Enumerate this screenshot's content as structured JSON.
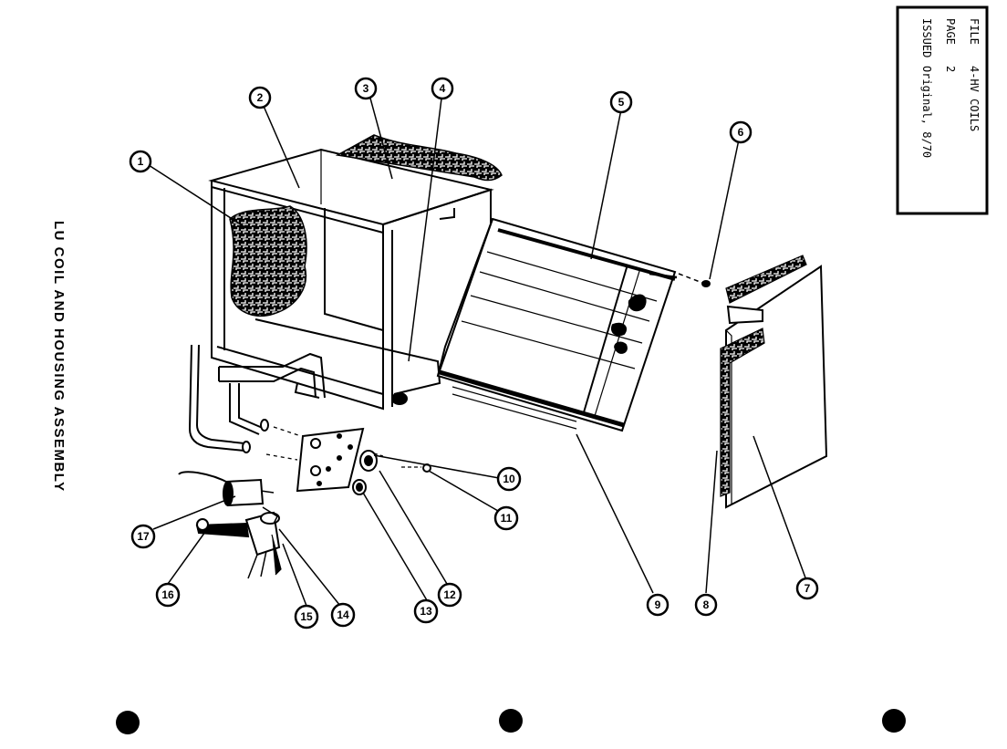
{
  "title": "LU COIL AND HOUSING ASSEMBLY",
  "info_box": {
    "file_label": "FILE",
    "file_value": "4-HV COILS",
    "page_label": "PAGE",
    "page_value": "2",
    "issued_label": "ISSUED",
    "issued_value": "Original, 8/70"
  },
  "callouts": [
    "1",
    "2",
    "3",
    "4",
    "5",
    "6",
    "7",
    "8",
    "9",
    "10",
    "11",
    "12",
    "13",
    "14",
    "15",
    "16",
    "17"
  ],
  "colors": {
    "ink": "#000000",
    "paper": "#ffffff"
  }
}
